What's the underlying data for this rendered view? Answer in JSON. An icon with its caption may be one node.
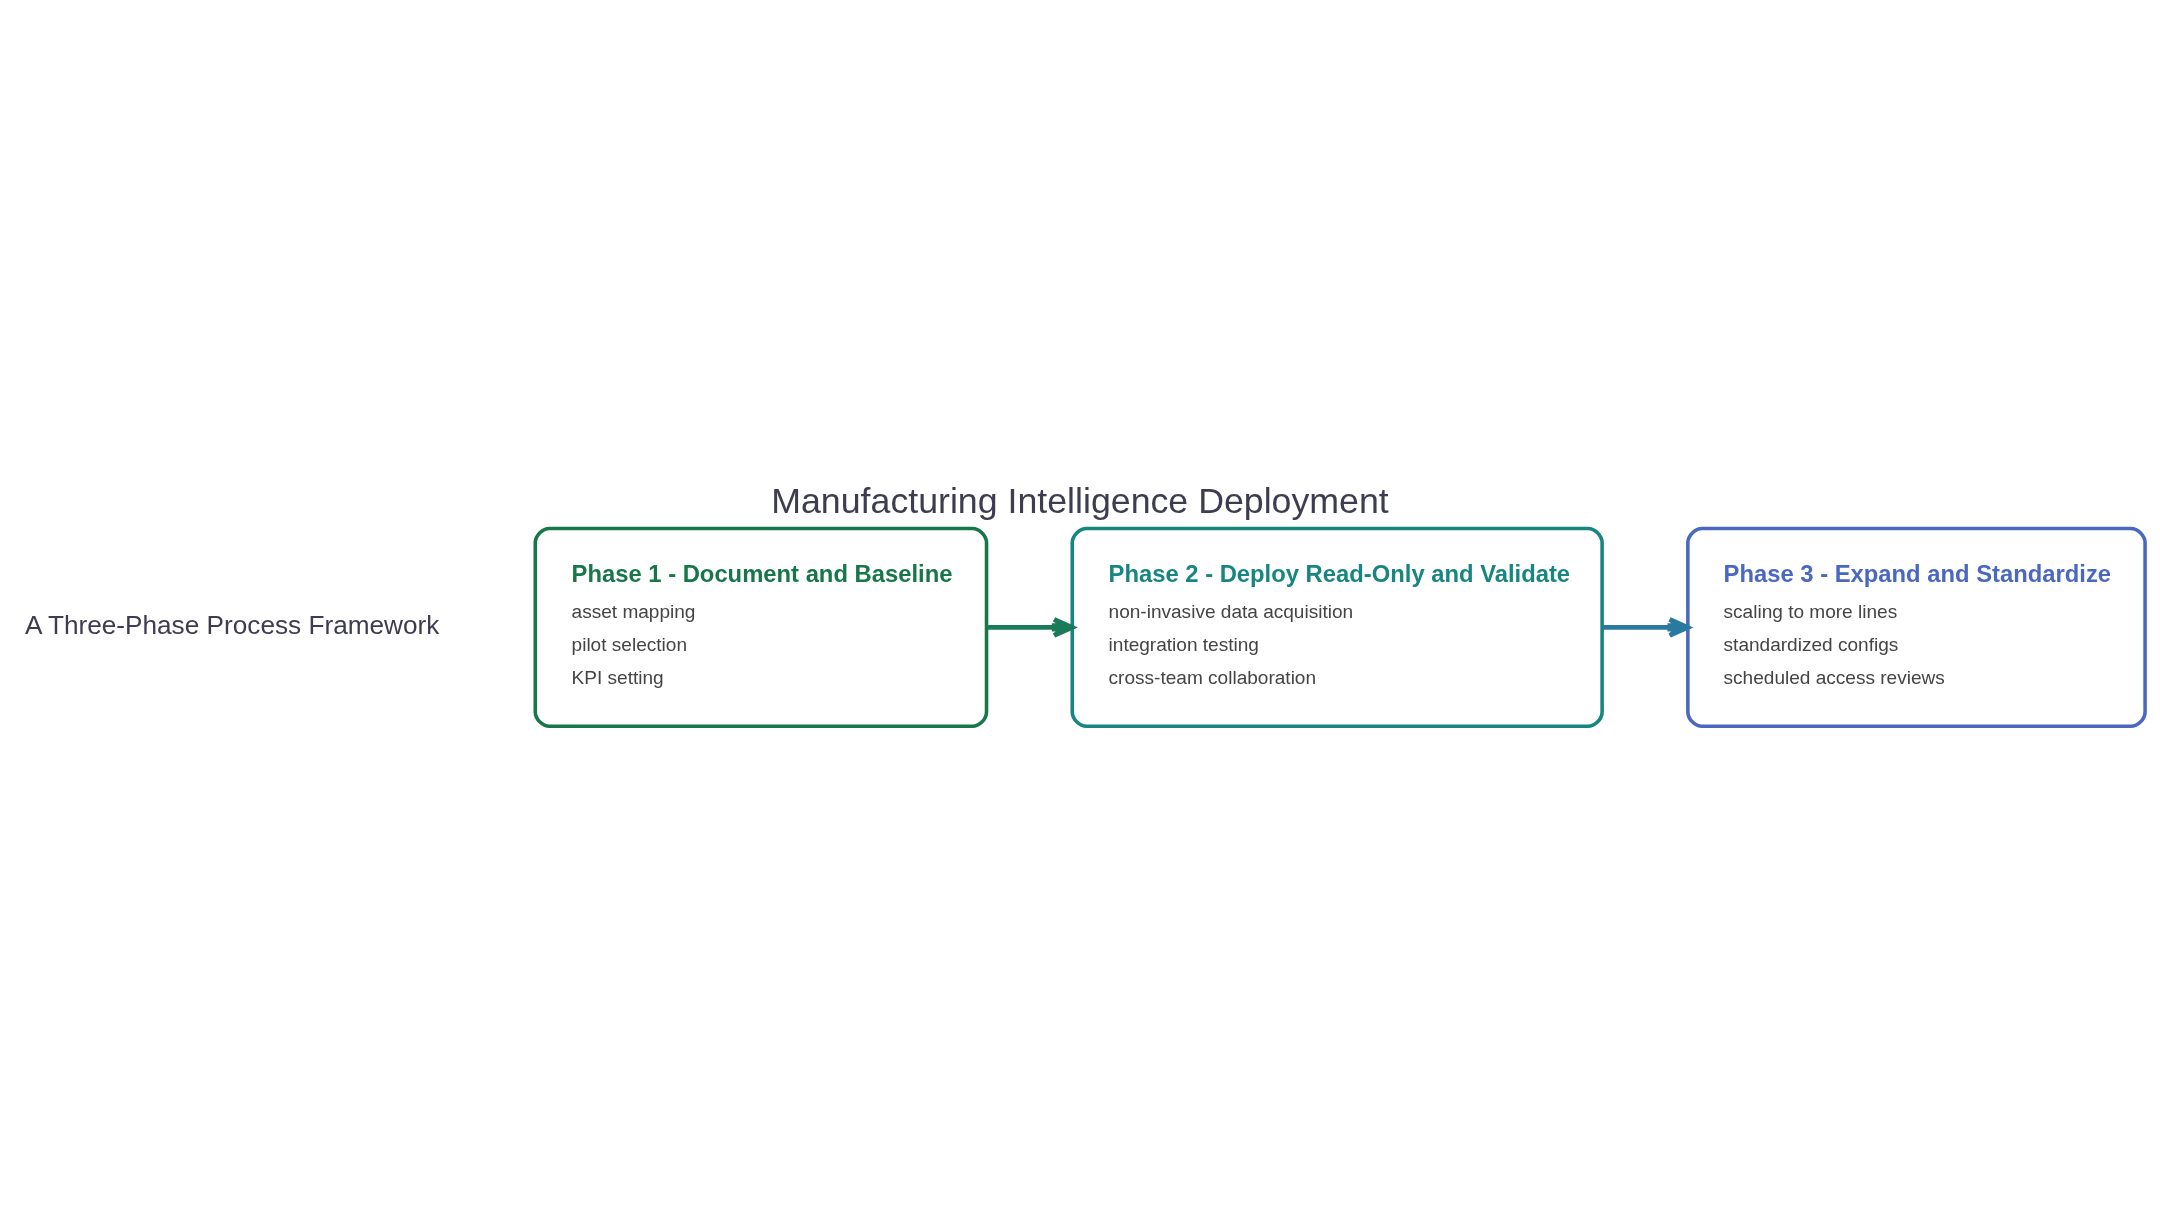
{
  "diagram": {
    "title": "Manufacturing Intelligence Deployment",
    "nodes": [
      {
        "text": [
          "Phase 1 - Document and Baseline",
          "asset mapping",
          "pilot selection",
          "KPI setting"
        ]
      },
      {
        "text": [
          "Phase 2 - Deploy Read-Only and Validate",
          "non-invasive data acquisition",
          "integration testing",
          "cross-team collaboration"
        ]
      },
      {
        "text": [
          "Phase 3 - Expand and Standardize",
          "scaling to more lines",
          "standardized configs",
          "scheduled access reviews"
        ]
      }
    ],
    "edges": [
      {
        "from": 0,
        "to": 1,
        "arrow": "to"
      },
      {
        "from": 1,
        "to": 2,
        "arrow": "to"
      }
    ],
    "labels": [
      "A Three-Phase Process Framework"
    ]
  }
}
